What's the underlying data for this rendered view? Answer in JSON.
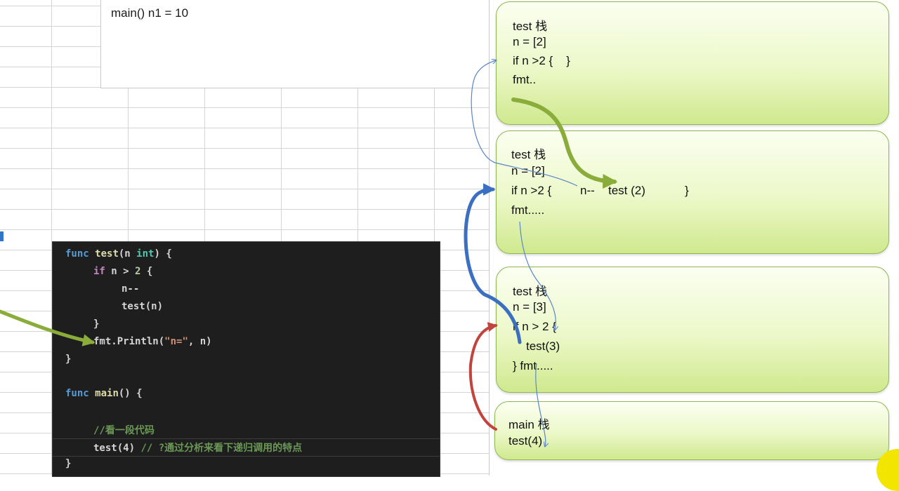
{
  "note": {
    "line": "main() n1 = 10"
  },
  "code": {
    "l1": {
      "kw": "func",
      "fn": "test",
      "p1": "(n ",
      "ty": "int",
      "p2": ") {"
    },
    "l2": {
      "kw": "if",
      "tx": " n > ",
      "num": "2",
      "end": " {"
    },
    "l3": "n--",
    "l4": "test(n)",
    "l5": "}",
    "l6": {
      "a": "fmt.Println(",
      "str": "\"n=\"",
      "b": ", n)"
    },
    "l7": "}",
    "l8": {
      "kw": "func",
      "fn": "main",
      "rest": "() {"
    },
    "l9": "//看一段代码",
    "l10": {
      "fn": "test(4)",
      "cm": " // ?通过分析来看下递归调用的特点"
    },
    "l11": "}"
  },
  "frames": {
    "f1": {
      "title": "test 栈",
      "n": "n = [2]",
      "if": "if n >2 {    }",
      "fmt": "fmt.."
    },
    "f2": {
      "title": "test 栈",
      "n": "n = [2]",
      "if": "if n >2 {",
      "dec": "n--",
      "call": "test (2)",
      "close": "}",
      "fmt": "fmt....."
    },
    "f3": {
      "title": "test 栈",
      "n": "n = [3]",
      "if": "if n > 2 {",
      "call": "test(3)",
      "fmt": "} fmt....."
    },
    "f4": {
      "title": "main 栈",
      "call": "test(4)"
    }
  },
  "colors": {
    "frame_border": "#8fb852",
    "arrow_green": "#8aac3a",
    "arrow_blue": "#3b6fc2",
    "arrow_red": "#c2443d",
    "thin_line": "#5a86c8",
    "code_bg": "#1e1e1e"
  }
}
